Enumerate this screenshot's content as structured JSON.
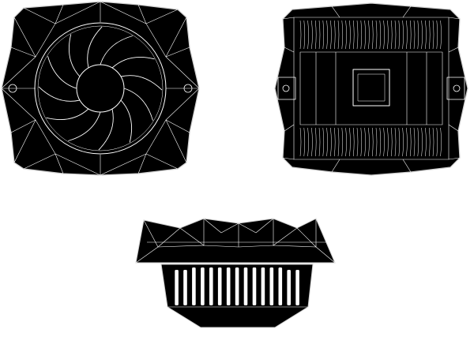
{
  "colors": {
    "body": "#000000",
    "wireframe": "#ffffff",
    "background": "#ffffff"
  },
  "views": [
    {
      "id": "top-view",
      "shows": "fan-icon"
    },
    {
      "id": "bottom-view",
      "shows": "heatsink-base"
    },
    {
      "id": "side-view",
      "shows": "heatsink-fins"
    }
  ],
  "fan": {
    "blade_count": 12
  },
  "side_fins": {
    "count": 15
  }
}
